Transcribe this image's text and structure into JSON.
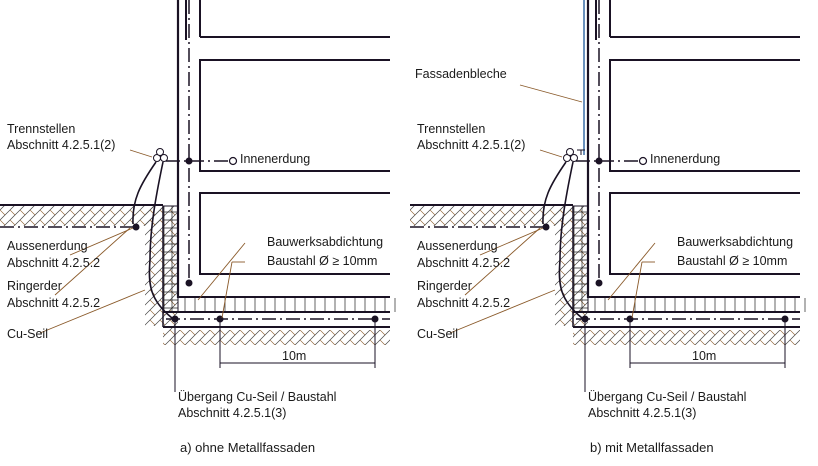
{
  "diagrams": [
    {
      "caption": "a) ohne Metallfassaden",
      "trennstellen": "Trennstellen",
      "trennstellen_ref": "Abschnitt 4.2.5.1(2)",
      "innenerdung": "Innenerdung",
      "aussenerdung": "Aussenerdung",
      "aussenerdung_ref": "Abschnitt 4.2.5.2",
      "ringerder": "Ringerder",
      "ringerder_ref": "Abschnitt 4.2.5.2",
      "cu_seil": "Cu-Seil",
      "bauwerksabdichtung": "Bauwerksabdichtung",
      "baustahl": "Baustahl  Ø ≥ 10mm",
      "dimension": "10m",
      "uebergang": "Übergang Cu-Seil / Baustahl",
      "uebergang_ref": "Abschnitt 4.2.5.1(3)"
    },
    {
      "caption": "b) mit Metallfassaden",
      "fassadenbleche": "Fassadenbleche",
      "trennstellen": "Trennstellen",
      "trennstellen_ref": "Abschnitt 4.2.5.1(2)",
      "innenerdung": "Innenerdung",
      "aussenerdung": "Aussenerdung",
      "aussenerdung_ref": "Abschnitt 4.2.5.2",
      "ringerder": "Ringerder",
      "ringerder_ref": "Abschnitt 4.2.5.2",
      "cu_seil": "Cu-Seil",
      "bauwerksabdichtung": "Bauwerksabdichtung",
      "baustahl": "Baustahl  Ø ≥ 10mm",
      "dimension": "10m",
      "uebergang": "Übergang Cu-Seil / Baustahl",
      "uebergang_ref": "Abschnitt 4.2.5.1(3)"
    }
  ],
  "colors": {
    "line": "#1a1224",
    "leader": "#8a5a2a",
    "facade": "#3a6ea8"
  }
}
